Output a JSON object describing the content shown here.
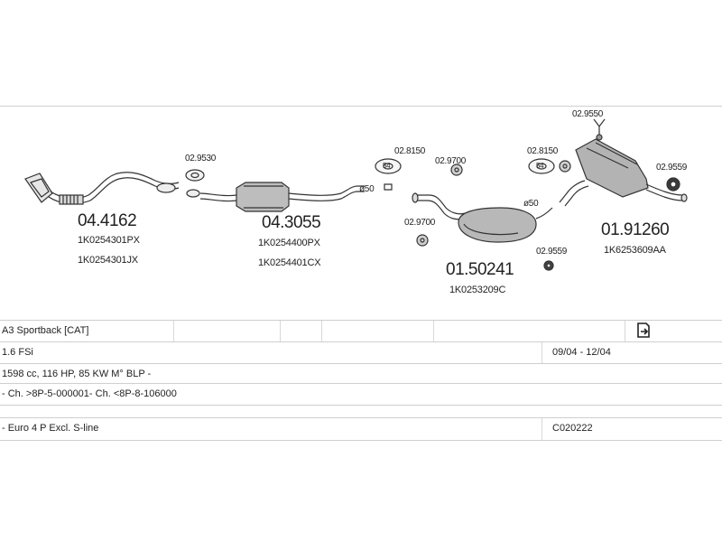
{
  "parts": {
    "front_pipe": {
      "number": "04.4162",
      "oe1": "1K0254301PX",
      "oe2": "1K0254301JX"
    },
    "catalyst": {
      "number": "04.3055",
      "oe1": "1K0254400PX",
      "oe2": "1K0254401CX"
    },
    "centre_silencer": {
      "number": "01.50241",
      "oe1": "1K0253209C"
    },
    "rear_silencer": {
      "number": "01.91260",
      "oe1": "1K6253609AA"
    },
    "gasket_front": "02.9530",
    "clamp_mid": "02.8150",
    "rubber_mid": "02.9700",
    "rubber_low": "02.9700",
    "clamp_rear": "02.8150",
    "rubber_rear_low": "02.9559",
    "bracket_top": "02.9550",
    "rubber_rear_right": "02.9559",
    "diameter_1": "ø50",
    "diameter_2": "ø50",
    "clamp_size": "54"
  },
  "info": {
    "model": "A3 Sportback  [CAT]",
    "engine": "1.6 FSi",
    "period": "09/04 - 12/04",
    "spec": "1598 cc, 116 HP, 85 KW M° BLP -",
    "chassis": "- Ch. >8P-5-000001- Ch. <8P-8-106000",
    "remark": "- Euro 4  P Excl. S-line",
    "code": "C020222"
  }
}
